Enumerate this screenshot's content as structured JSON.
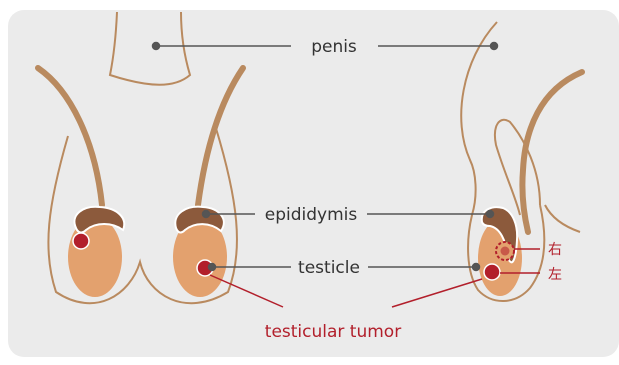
{
  "labels": {
    "penis": "penis",
    "epididymis": "epididymis",
    "testicle": "testicle",
    "tumor": "testicular tumor",
    "right": "右",
    "left": "左"
  },
  "colors": {
    "background": "#ebebeb",
    "outline": "#b98a5f",
    "testicle": "#e3a16e",
    "epididymis": "#8c5a3c",
    "tumor": "#b21f2b",
    "leader": "#555555",
    "label": "#333333",
    "tumor_label": "#b21f2b"
  }
}
